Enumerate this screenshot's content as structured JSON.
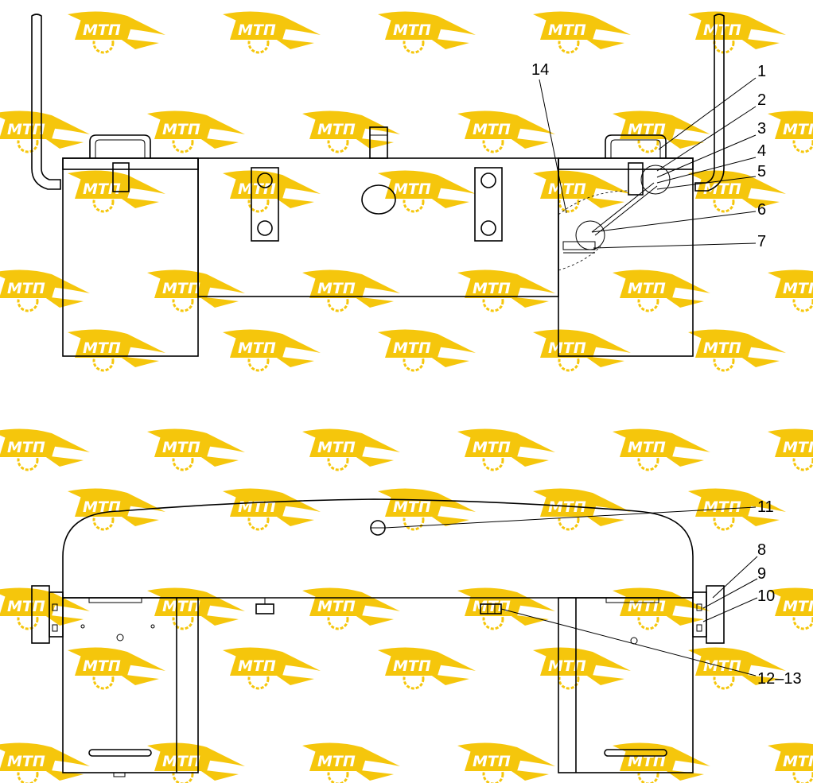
{
  "watermark": {
    "text": "МТП",
    "color": "#f5c400",
    "icon": "gear-wing-logo"
  },
  "callouts": [
    {
      "id": "1",
      "text": "1"
    },
    {
      "id": "2",
      "text": "2"
    },
    {
      "id": "3",
      "text": "3"
    },
    {
      "id": "4",
      "text": "4"
    },
    {
      "id": "5",
      "text": "5"
    },
    {
      "id": "6",
      "text": "6"
    },
    {
      "id": "7",
      "text": "7"
    },
    {
      "id": "8",
      "text": "8"
    },
    {
      "id": "9",
      "text": "9"
    },
    {
      "id": "10",
      "text": "10"
    },
    {
      "id": "11",
      "text": "11"
    },
    {
      "id": "12-13",
      "text": "12–13"
    },
    {
      "id": "14",
      "text": "14"
    }
  ]
}
